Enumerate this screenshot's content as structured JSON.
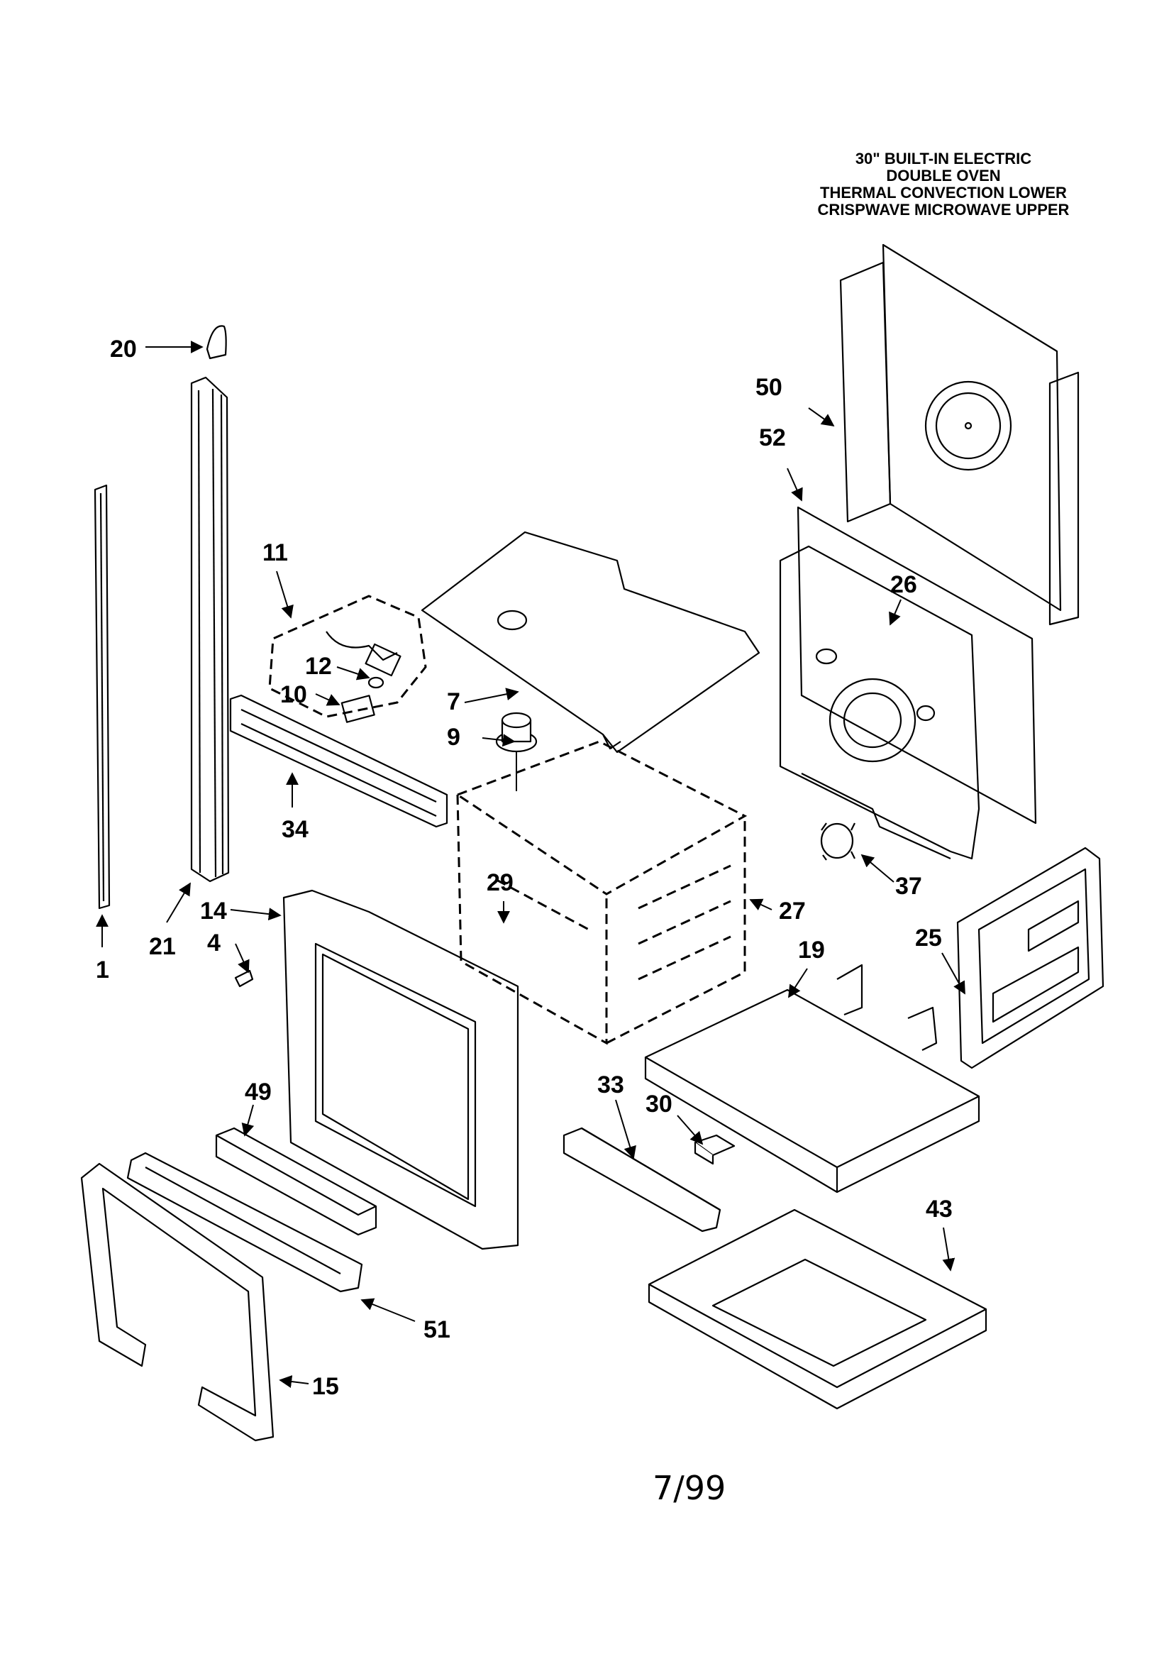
{
  "title_lines": [
    "30\" BUILT-IN ELECTRIC",
    "DOUBLE OVEN",
    "THERMAL CONVECTION LOWER",
    "CRISPWAVE MICROWAVE UPPER"
  ],
  "date": "7/99",
  "callouts": {
    "c1": "1",
    "c4": "4",
    "c7": "7",
    "c9": "9",
    "c10": "10",
    "c11": "11",
    "c12": "12",
    "c14": "14",
    "c15": "15",
    "c19": "19",
    "c20": "20",
    "c21": "21",
    "c25": "25",
    "c26": "26",
    "c27": "27",
    "c29": "29",
    "c30": "30",
    "c33": "33",
    "c34": "34",
    "c37": "37",
    "c43": "43",
    "c49": "49",
    "c50": "50",
    "c51": "51",
    "c52": "52"
  }
}
